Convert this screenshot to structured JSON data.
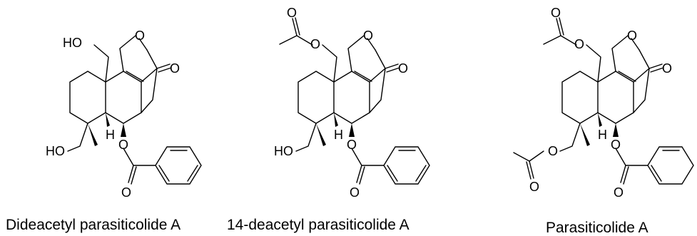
{
  "compounds": [
    {
      "name": "Dideacetyl parasiticolide A",
      "atoms": {
        "top_group": "HO",
        "ring_o": "O",
        "carbonyl_o": "O",
        "left_group": "HO",
        "h": "H",
        "ester_o": "O",
        "benzoyl_o": "O"
      }
    },
    {
      "name": "14-deacetyl parasiticolide A",
      "atoms": {
        "acetyl_o": "O",
        "top_link_o": "O",
        "ring_o": "O",
        "carbonyl_o": "O",
        "left_group": "HO",
        "h": "H",
        "ester_o": "O",
        "benzoyl_o": "O"
      }
    },
    {
      "name": "Parasiticolide A",
      "atoms": {
        "acetyl_o": "O",
        "top_link_o": "O",
        "ring_o": "O",
        "carbonyl_o": "O",
        "left_link_o": "O",
        "left_acetyl_o": "O",
        "h": "H",
        "ester_o": "O",
        "benzoyl_o": "O"
      }
    }
  ]
}
